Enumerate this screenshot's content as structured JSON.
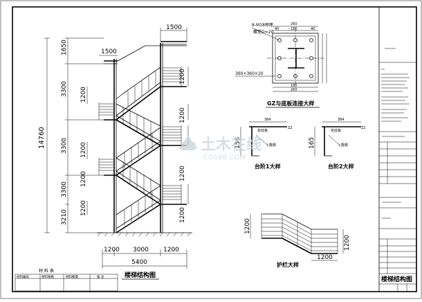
{
  "drawing": {
    "elevation": {
      "title": "楼梯结构图",
      "dim_top": "1500",
      "dim_top2": "1500",
      "dim_total": "14760",
      "dims_left": [
        "1650",
        "3300",
        "3300",
        "3300",
        "3210"
      ],
      "dims_inner_left": [
        "1200",
        "1200",
        "1200",
        "1200"
      ],
      "dims_right": [
        "1200",
        "1200",
        "1200",
        "1200"
      ],
      "dims_bottom": [
        "1200",
        "3000",
        "1200"
      ],
      "dim_bottom_total": "5400"
    },
    "baseplate": {
      "title": "GZ与底板连接大样",
      "bolt_note": "8-M18预埋",
      "pad_note": "螺垫D=20",
      "plate_size": "360×360×20",
      "dims_top": [
        "260",
        "40",
        "180",
        "40"
      ],
      "dims_bottom": [
        "180",
        "260"
      ]
    },
    "step1": {
      "title": "台阶1大样",
      "dim_w": "384",
      "dim_h": "156",
      "label_top": "花纹板",
      "label_mid": "L角钢",
      "mark": "Z2"
    },
    "step2": {
      "title": "台阶2大样",
      "dim_w": "384",
      "dim_h": "165",
      "label_top": "花纹板",
      "label_mid": "L角钢",
      "mark": "Z2"
    },
    "railing": {
      "title": "护栏大样",
      "dim_left": "1200",
      "dim_right": "1200",
      "dim_bottom": "1200"
    },
    "materials": {
      "title": "材 料 表",
      "headers": [
        "材料编号",
        "材料规格",
        "材料数量",
        "备 注"
      ]
    },
    "title_block": {
      "drawing_name": "楼梯结构图"
    },
    "watermark": {
      "brand": "土木在线",
      "url": "CO188.COM"
    }
  }
}
